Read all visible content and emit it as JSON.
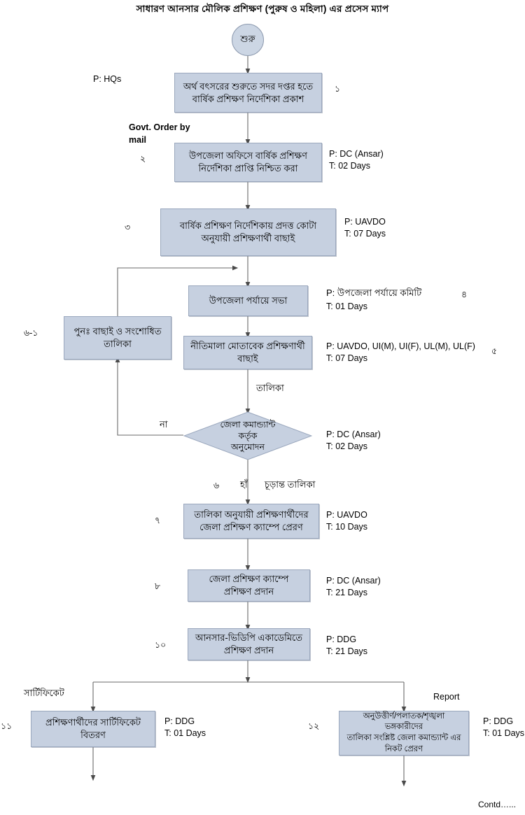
{
  "title": "সাধারণ আনসার মৌলিক প্রশিক্ষণ (পুরুষ ও মহিলা) এর প্রসেস ম্যাপ",
  "footer": "Contd…...",
  "colors": {
    "box_fill": "#c6d0e0",
    "box_border": "#9aa7bd",
    "line": "#4a4a4a",
    "background": "#ffffff"
  },
  "nodes": {
    "start": {
      "label": "শুরু",
      "shape": "circle"
    },
    "n1": {
      "label": "অর্থ বৎসরের শুরুতে সদর দপ্তর হতে\nবার্ষিক প্রশিক্ষণ নির্দেশিকা প্রকাশ",
      "step": "১",
      "performer": "P: HQs",
      "time": ""
    },
    "n2": {
      "label": "উপজেলা অফিসে বার্ষিক প্রশিক্ষণ\nনির্দেশিকা প্রাপ্তি নিশ্চিত করা",
      "step": "২",
      "performer": "P: DC (Ansar)",
      "time": "T: 02 Days"
    },
    "n3": {
      "label": "বার্ষিক প্রশিক্ষণ নির্দেশিকায় প্রদত্ত কোটা\nঅনুযায়ী প্রশিক্ষণার্থী বাছাই",
      "step": "৩",
      "performer": "P: UAVDO",
      "time": "T: 07 Days"
    },
    "n4": {
      "label": "উপজেলা পর্যায়ে সভা",
      "step": "৪",
      "performer": "P: উপজেলা পর্যায়ে কমিটি",
      "time": "T: 01 Days"
    },
    "n5": {
      "label": "নীতিমালা মোতাবেক প্রশিক্ষণার্থী\nবাছাই",
      "step": "৫",
      "performer": "P: UAVDO, UI(M), UI(F), UL(M), UL(F)",
      "time": "T: 07 Days"
    },
    "n6_1": {
      "label": "পুনঃ  বাছাই ও সংশোধিত\nতালিকা",
      "step": "৬-১",
      "performer": "",
      "time": ""
    },
    "decision": {
      "label": "জেলা কমান্ড্যান্ট\nকর্তৃক\nঅনুমোদন",
      "step": "৬",
      "performer": "P: DC (Ansar)",
      "time": "T: 02 Days"
    },
    "n7": {
      "label": "তালিকা অনুযায়ী প্রশিক্ষণার্থীদের\nজেলা প্রশিক্ষণ ক্যাম্পে প্রেরণ",
      "step": "৭",
      "performer": "P: UAVDO",
      "time": "T: 10 Days"
    },
    "n8": {
      "label": "জেলা প্রশিক্ষণ ক্যাম্পে\nপ্রশিক্ষণ প্রদান",
      "step": "৮",
      "performer": "P: DC (Ansar)",
      "time": "T: 21 Days"
    },
    "n10": {
      "label": "আনসার-ভিডিপি একাডেমিতে\nপ্রশিক্ষণ প্রদান",
      "step": "১০",
      "performer": "P: DDG",
      "time": "T: 21 Days"
    },
    "n11": {
      "label": "প্রশিক্ষণার্থীদের  সার্টিফিকেট\nবিতরণ",
      "step": "১১",
      "performer": "P: DDG",
      "time": "T: 01 Days"
    },
    "n12": {
      "label": "অনুউত্তীর্ণ/পলাতক/শৃঙ্খলা ভঙ্গকারীদের\nতালিকা সংশ্লিষ্ট  জেলা কমান্ড্যান্ট এর\nনিকট প্রেরণ",
      "step": "১২",
      "performer": "P: DDG",
      "time": "T: 01 Days"
    }
  },
  "edge_labels": {
    "govt_order": "Govt. Order by\nmail",
    "talika": "তালিকা",
    "na": "না",
    "ha": "হাঁ",
    "final_list": "চূড়ান্ত তালিকা",
    "certificate": "সার্টিফিকেট",
    "report": "Report"
  }
}
